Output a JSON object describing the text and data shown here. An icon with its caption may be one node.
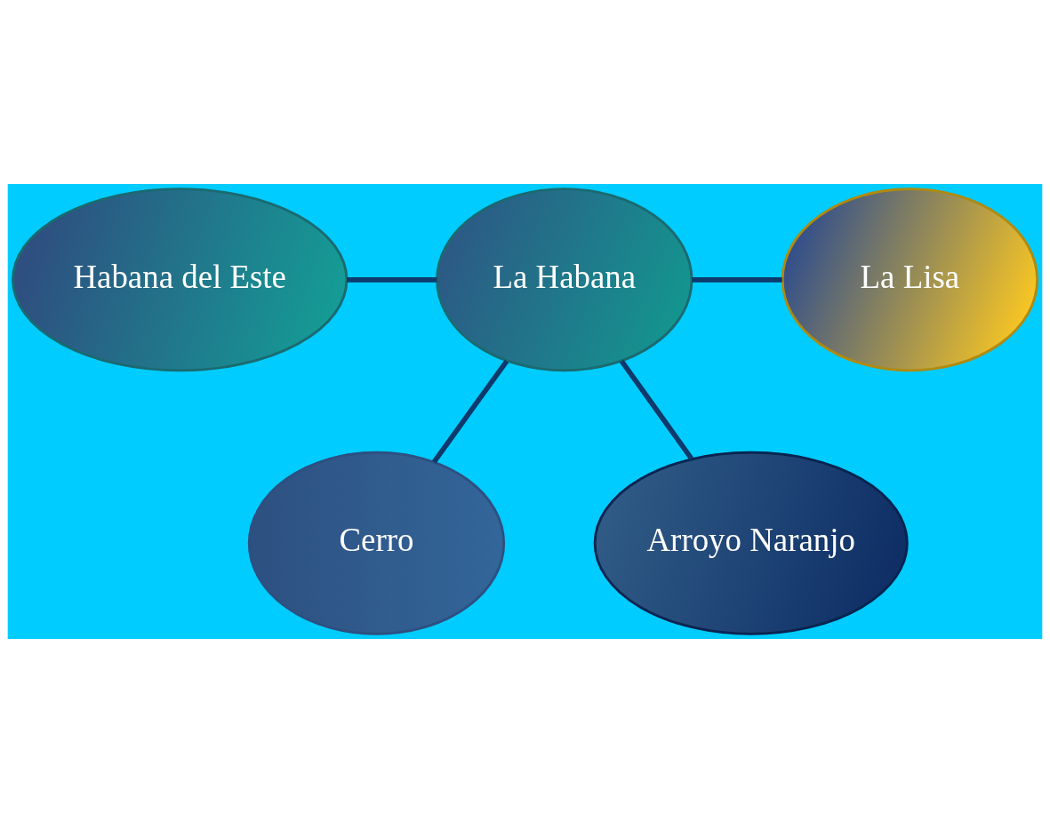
{
  "diagram": {
    "nodes": [
      {
        "text": [
          "Cerro"
        ]
      },
      {
        "text": [
          "Habana del Este"
        ]
      },
      {
        "text": [
          "La Habana"
        ]
      },
      {
        "text": [
          "La Lisa"
        ]
      },
      {
        "text": [
          "Arroyo Naranjo"
        ]
      }
    ],
    "edges": [
      {
        "from": 2,
        "to": 0,
        "arrow": "none"
      },
      {
        "from": 1,
        "to": 2,
        "arrow": "none"
      },
      {
        "from": 2,
        "to": 3,
        "arrow": "none"
      },
      {
        "from": 2,
        "to": 4,
        "arrow": "none"
      }
    ]
  }
}
